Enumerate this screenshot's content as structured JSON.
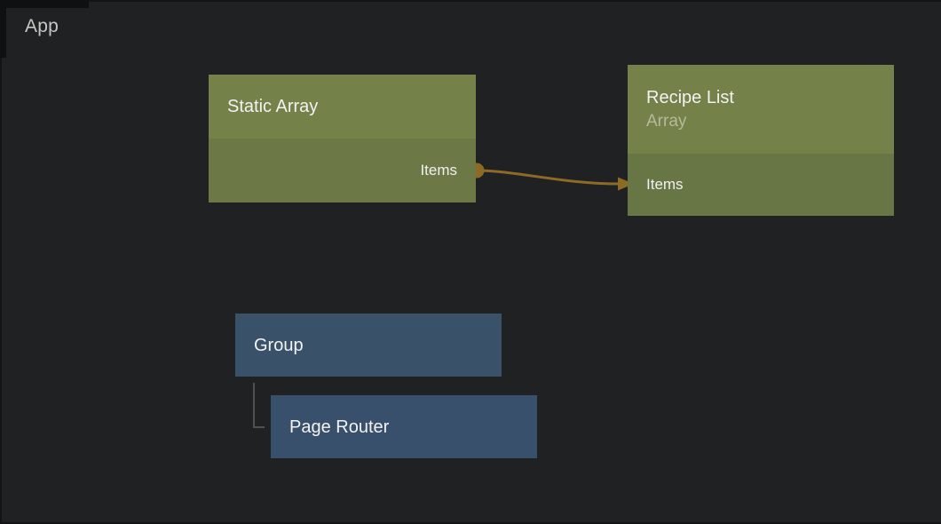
{
  "canvas": {
    "breadcrumb": "App"
  },
  "colors": {
    "canvas_bg": "#1f2122",
    "frame": "#0f1011",
    "data_node_header": "#748149",
    "data_node_body": "#6c7947",
    "visual_node_group": "#3a5269",
    "visual_node_page_router": "#38506b",
    "node_title": "#f2f2f2",
    "node_subtitle": "rgba(255,255,255,0.45)",
    "connection": "#8d6a25",
    "hierarchy_line": "#505050",
    "breadcrumb_text": "#c6c8c5"
  },
  "nodes": {
    "static_array": {
      "title": "Static Array",
      "output_port": "Items"
    },
    "recipe_list": {
      "title": "Recipe List",
      "subtitle": "Array",
      "input_port": "Items"
    },
    "group": {
      "title": "Group"
    },
    "page_router": {
      "title": "Page Router"
    }
  },
  "connections": [
    {
      "from": "Static Array",
      "from_port": "Items",
      "to": "Recipe List",
      "to_port": "Items",
      "color": "#8d6a25"
    }
  ],
  "hierarchy": [
    {
      "parent": "Group",
      "child": "Page Router"
    }
  ]
}
